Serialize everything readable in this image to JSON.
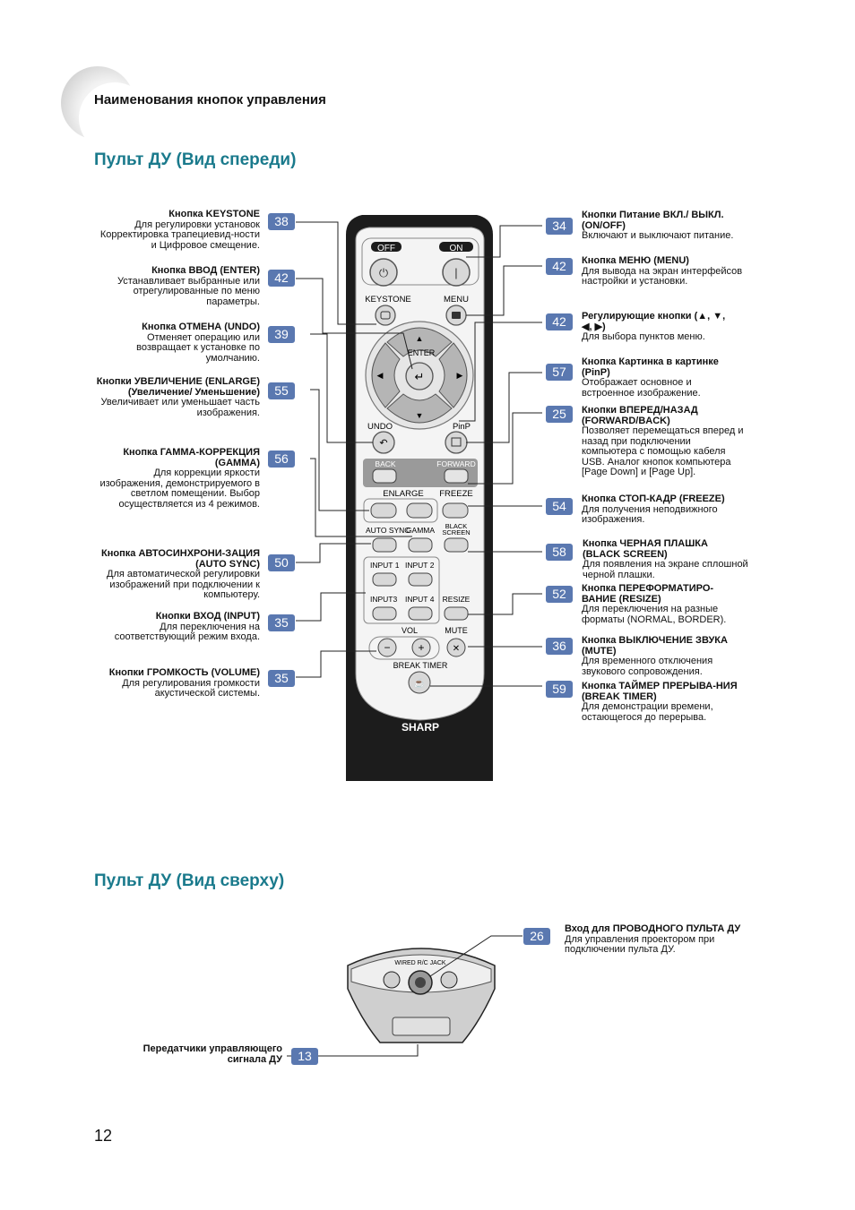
{
  "section_header": "Наименования кнопок управления",
  "front_title": "Пульт ДУ (Вид спереди)",
  "top_title": "Пульт ДУ (Вид сверху)",
  "page_number": "12",
  "left_labels": [
    {
      "badge": "38",
      "title": "Кнопка KEYSTONE",
      "desc": "Для регулировки установок Корректировка трапециевид-ности и Цифровое смещение."
    },
    {
      "badge": "42",
      "title": "Кнопка ВВОД (ENTER)",
      "desc": "Устанавливает выбранные или отрегулированные по меню параметры."
    },
    {
      "badge": "39",
      "title": "Кнопка ОТМЕНА (UNDO)",
      "desc": "Отменяет операцию или возвращает к установке по умолчанию."
    },
    {
      "badge": "55",
      "title": "Кнопки УВЕЛИЧЕНИЕ (ENLARGE) (Увеличение/ Уменьшение)",
      "desc": "Увеличивает или уменьшает часть изображения."
    },
    {
      "badge": "56",
      "title": "Кнопка ГАММА-КОРРЕКЦИЯ (GAMMA)",
      "desc": "Для коррекции яркости изображения, демонстрируемого в светлом помещении. Выбор осуществляется из 4 режимов."
    },
    {
      "badge": "50",
      "title": "Кнопка АВТОСИНХРОНИ-ЗАЦИЯ (AUTO SYNC)",
      "desc": "Для автоматической регулировки изображений при подключении к компьютеру."
    },
    {
      "badge": "35",
      "title": "Кнопки ВХОД (INPUT)",
      "desc": "Для переключения на соответствующий режим входа."
    },
    {
      "badge": "35",
      "title": "Кнопки ГРОМКОСТЬ (VOLUME)",
      "desc": "Для регулирования громкости акустической системы."
    }
  ],
  "right_labels": [
    {
      "badge": "34",
      "title": "Кнопки Питание ВКЛ./ ВЫКЛ. (ON/OFF)",
      "desc": "Включают и выключают питание."
    },
    {
      "badge": "42",
      "title": "Кнопка МЕНЮ (MENU)",
      "desc": "Для вывода на экран интерфейсов настройки и установки."
    },
    {
      "badge": "42",
      "title": "Регулирующие кнопки (▲, ▼, ◀, ▶)",
      "desc": "Для выбора пунктов меню."
    },
    {
      "badge": "57",
      "title": "Кнопка Картинка в картинке (PinP)",
      "desc": "Отображает основное и встроенное изображение."
    },
    {
      "badge": "25",
      "title": "Кнопки ВПЕРЕД/НАЗАД (FORWARD/BACK)",
      "desc": "Позволяет перемещаться вперед и назад при подключении компьютера с помощью кабеля USB. Аналог кнопок компьютера [Page Down] и [Page Up]."
    },
    {
      "badge": "54",
      "title": "Кнопка СТОП-КАДР (FREEZE)",
      "desc": "Для получения неподвижного изображения."
    },
    {
      "badge": "58",
      "title": "Кнопка ЧЕРНАЯ ПЛАШКА (BLACK SCREEN)",
      "desc": "Для появления на экране сплошной черной плашки."
    },
    {
      "badge": "52",
      "title": "Кнопка ПЕРЕФОРМАТИРО-ВАНИЕ (RESIZE)",
      "desc": "Для переключения на разные форматы (NORMAL, BORDER)."
    },
    {
      "badge": "36",
      "title": "Кнопка ВЫКЛЮЧЕНИЕ ЗВУКА (MUTE)",
      "desc": "Для временного отключения звукового сопровождения."
    },
    {
      "badge": "59",
      "title": "Кнопка ТАЙМЕР ПРЕРЫВА-НИЯ (BREAK TIMER)",
      "desc": "Для демонстрации времени, остающегося до перерыва."
    }
  ],
  "top_labels": [
    {
      "badge": "26",
      "title": "Вход для ПРОВОДНОГО ПУЛЬТА ДУ",
      "desc": "Для управления проектором при подключении пульта ДУ."
    },
    {
      "badge": "13",
      "title": "Передатчики управляющего сигнала ДУ",
      "desc": ""
    }
  ],
  "remote": {
    "off": "OFF",
    "on": "ON",
    "keystone": "KEYSTONE",
    "menu": "MENU",
    "enter": "ENTER",
    "undo": "UNDO",
    "pinp": "PinP",
    "back": "BACK",
    "forward": "FORWARD",
    "enlarge": "ENLARGE",
    "freeze": "FREEZE",
    "black": "BLACK",
    "screen": "SCREEN",
    "auto_sync": "AUTO SYNC",
    "gamma": "GAMMA",
    "input1": "INPUT 1",
    "input2": "INPUT 2",
    "input3": "INPUT3",
    "input4": "INPUT 4",
    "resize": "RESIZE",
    "vol": "VOL",
    "mute": "MUTE",
    "break_timer": "BREAK TIMER",
    "brand": "SHARP",
    "jack": "WIRED R/C JACK"
  }
}
